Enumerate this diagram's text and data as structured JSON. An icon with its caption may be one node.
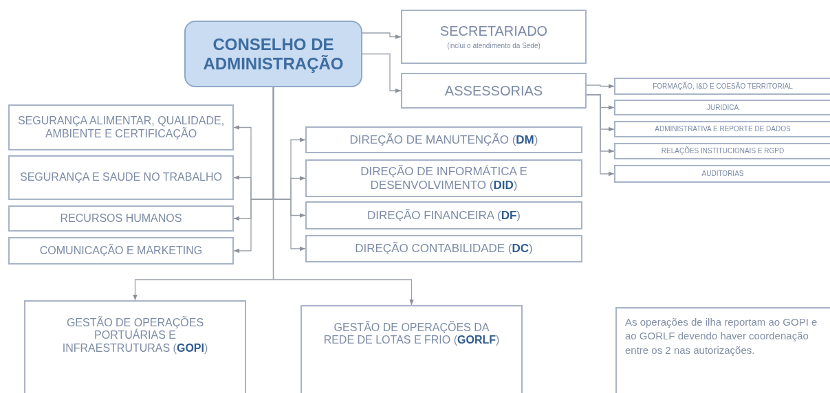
{
  "diagram": {
    "nodes": [
      {
        "text": [
          "CONSELHO DE ADMINISTRAÇÃO"
        ]
      },
      {
        "text": [
          "SECRETARIADO",
          "(inclui o atendimento da Sede)"
        ]
      },
      {
        "text": [
          "ASSESSORIAS"
        ]
      },
      {
        "text": [
          "FORMAÇÃO, I&D E COESÃO TERRITORIAL"
        ]
      },
      {
        "text": [
          "JURIDICA"
        ]
      },
      {
        "text": [
          "ADMINISTRATIVA E REPORTE DE DADOS"
        ]
      },
      {
        "text": [
          "RELAÇÕES INSTITUCIONAIS E RGPD"
        ]
      },
      {
        "text": [
          "AUDITORIAS"
        ]
      },
      {
        "text": [
          "SEGURANÇA ALIMENTAR, QUALIDADE, AMBIENTE E CERTIFICAÇÃO"
        ]
      },
      {
        "text": [
          "SEGURANÇA E SAUDE NO TRABALHO"
        ]
      },
      {
        "text": [
          "RECURSOS HUMANOS"
        ]
      },
      {
        "text": [
          "COMUNICAÇÃO E MARKETING"
        ]
      },
      {
        "text": [
          "DIREÇÃO DE MANUTENÇÃO (**DM**)"
        ]
      },
      {
        "text": [
          "DIREÇÃO DE INFORMÁTICA E DESENVOLVIMENTO (**DID**)"
        ]
      },
      {
        "text": [
          "DIREÇÃO FINANCEIRA (**DF**)"
        ]
      },
      {
        "text": [
          "DIREÇÃO CONTABILIDADE (**DC**)"
        ]
      },
      {
        "text": [
          "GESTÃO DE OPERAÇÕES PORTUÁRIAS E INFRAESTRUTURAS (**GOPI**)"
        ]
      },
      {
        "text": [
          "GESTÃO DE OPERAÇÕES DA REDE DE LOTAS E FRIO (**GORLF**)"
        ]
      },
      {
        "text": [
          "As operações de ilha reportam ao GOPI e ao GORLF devendo haver coordenação entre os 2 nas autorizações."
        ]
      }
    ],
    "edges": [
      {
        "from": 0,
        "to": 1,
        "arrow": "to"
      },
      {
        "from": 0,
        "to": 2,
        "arrow": "to"
      },
      {
        "from": 2,
        "to": 3,
        "arrow": "to"
      },
      {
        "from": 2,
        "to": 4,
        "arrow": "to"
      },
      {
        "from": 2,
        "to": 5,
        "arrow": "to"
      },
      {
        "from": 2,
        "to": 6,
        "arrow": "to"
      },
      {
        "from": 2,
        "to": 7,
        "arrow": "to"
      },
      {
        "from": 0,
        "to": 8,
        "arrow": "to"
      },
      {
        "from": 0,
        "to": 9,
        "arrow": "to"
      },
      {
        "from": 0,
        "to": 10,
        "arrow": "to"
      },
      {
        "from": 0,
        "to": 11,
        "arrow": "to"
      },
      {
        "from": 0,
        "to": 12,
        "arrow": "to"
      },
      {
        "from": 0,
        "to": 13,
        "arrow": "to"
      },
      {
        "from": 0,
        "to": 14,
        "arrow": "to"
      },
      {
        "from": 0,
        "to": 15,
        "arrow": "to"
      },
      {
        "from": 0,
        "to": 16,
        "arrow": "to"
      },
      {
        "from": 0,
        "to": 17,
        "arrow": "to"
      }
    ]
  }
}
